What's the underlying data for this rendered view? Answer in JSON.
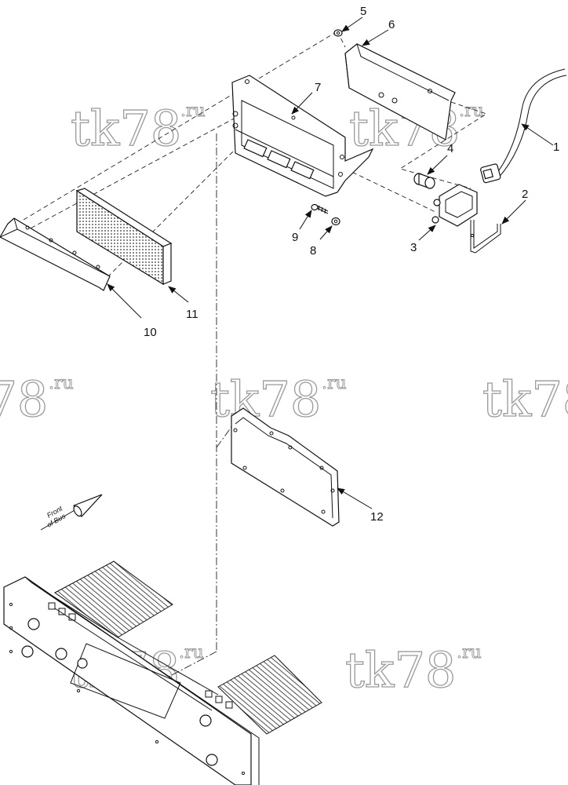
{
  "watermark": {
    "text": "tk78",
    "suffix": ".ru"
  },
  "front_label": {
    "line1": "Front",
    "line2": "of Bus"
  },
  "callouts": [
    {
      "id": "1",
      "text": "1"
    },
    {
      "id": "2",
      "text": "2"
    },
    {
      "id": "3",
      "text": "3"
    },
    {
      "id": "4",
      "text": "4"
    },
    {
      "id": "5",
      "text": "5"
    },
    {
      "id": "6",
      "text": "6"
    },
    {
      "id": "7",
      "text": "7"
    },
    {
      "id": "8",
      "text": "8"
    },
    {
      "id": "9",
      "text": "9"
    },
    {
      "id": "10",
      "text": "10"
    },
    {
      "id": "11",
      "text": "11"
    },
    {
      "id": "12",
      "text": "12"
    }
  ]
}
